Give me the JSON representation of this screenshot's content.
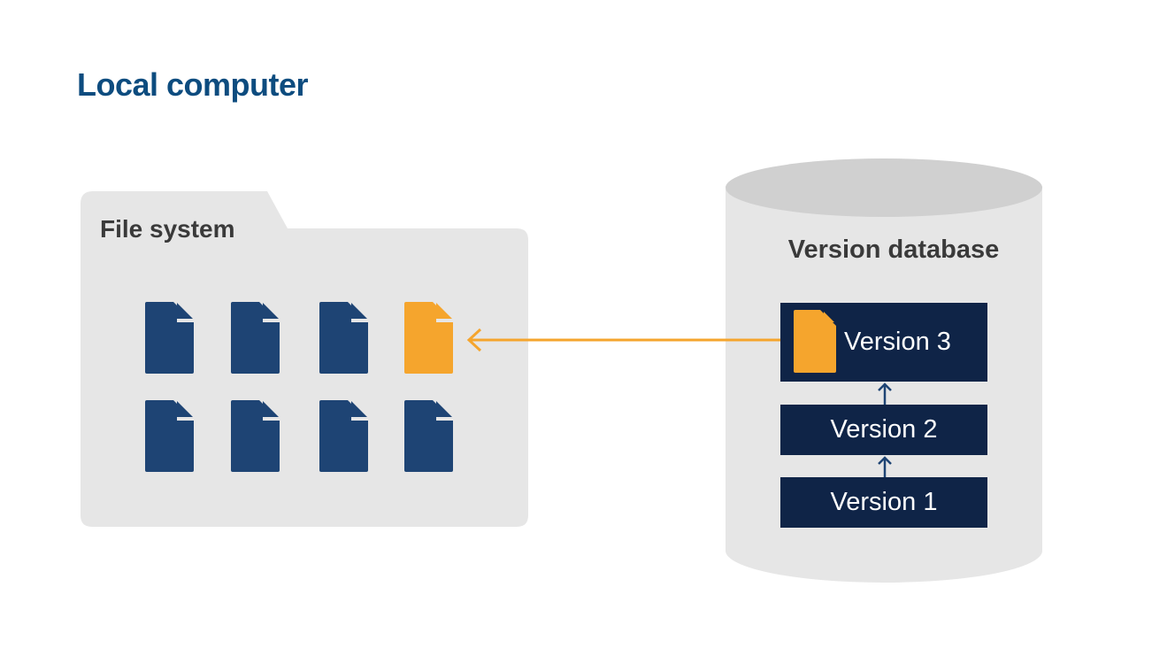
{
  "title": "Local computer",
  "file_system": {
    "label": "File system",
    "files": [
      {
        "row": 1,
        "col": 1,
        "state": "normal"
      },
      {
        "row": 1,
        "col": 2,
        "state": "normal"
      },
      {
        "row": 1,
        "col": 3,
        "state": "normal"
      },
      {
        "row": 1,
        "col": 4,
        "state": "restored"
      },
      {
        "row": 2,
        "col": 1,
        "state": "normal"
      },
      {
        "row": 2,
        "col": 2,
        "state": "normal"
      },
      {
        "row": 2,
        "col": 3,
        "state": "normal"
      },
      {
        "row": 2,
        "col": 4,
        "state": "normal"
      }
    ]
  },
  "version_database": {
    "label": "Version database",
    "versions": [
      {
        "label": "Version 3",
        "has_file_icon": true
      },
      {
        "label": "Version 2",
        "has_file_icon": false
      },
      {
        "label": "Version 1",
        "has_file_icon": false
      }
    ]
  },
  "colors": {
    "title": "#0d4c7f",
    "file": "#1e4474",
    "file_restored": "#f5a52d",
    "container_bg": "#e6e6e6",
    "db_top": "#d0d0d0",
    "version_box": "#0f2447",
    "arrow_restore": "#f5a52d",
    "arrow_version": "#1e4474"
  }
}
